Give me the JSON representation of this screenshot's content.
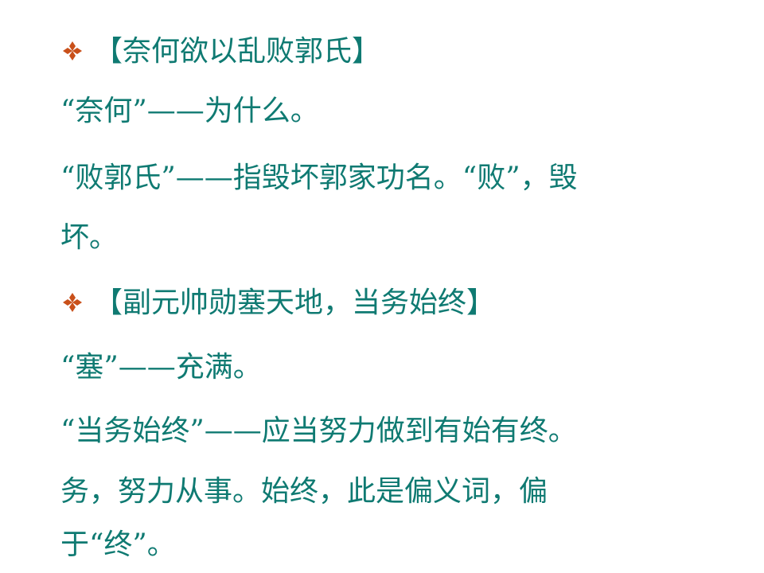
{
  "colors": {
    "text": "#0f7a72",
    "bullet": "#c9501a"
  },
  "bullet_icon": "diamond-four-petal-icon",
  "sections": [
    {
      "heading": "【奈何欲以乱败郭氏】",
      "lines": [
        "“奈何”——为什么。",
        "“败郭氏”——指毁坏郭家功名。“败”，毁",
        "坏。"
      ]
    },
    {
      "heading": "【副元帅勋塞天地，当务始终】",
      "lines": [
        "“塞”——充满。",
        "“当务始终”——应当努力做到有始有终。",
        "务，努力从事。始终，此是偏义词，偏",
        "于“终”。"
      ]
    }
  ]
}
